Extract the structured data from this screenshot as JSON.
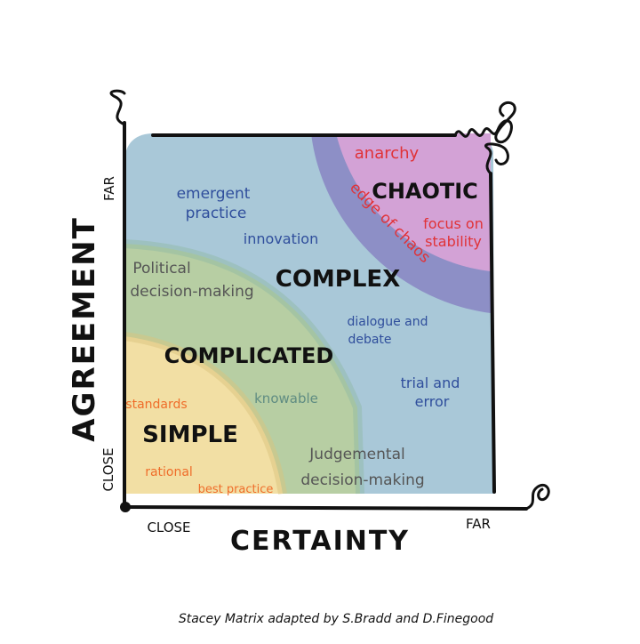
{
  "axes": {
    "y_title": "AGREEMENT",
    "y_far": "FAR",
    "y_close": "CLOSE",
    "x_title": "CERTAINTY",
    "x_close": "CLOSE",
    "x_far": "FAR"
  },
  "zones": {
    "chaotic": "CHAOTIC",
    "complex": "COMPLEX",
    "complicated": "COMPLICATED",
    "simple": "SIMPLE"
  },
  "notes": {
    "anarchy": "anarchy",
    "edge_of_chaos": "edge of chaos",
    "focus_line1": "focus on",
    "focus_line2": "stability",
    "emergent_line1": "emergent",
    "emergent_line2": "practice",
    "innovation": "innovation",
    "political_line1": "Political",
    "political_line2": "decision-making",
    "dialogue_line1": "dialogue and",
    "dialogue_line2": "debate",
    "trial_line1": "trial and",
    "trial_line2": "error",
    "knowable": "knowable",
    "standards": "standards",
    "rational": "rational",
    "best_practice": "best practice",
    "judgemental_line1": "Judgemental",
    "judgemental_line2": "decision-making"
  },
  "caption": "Stacey Matrix adapted by S.Bradd and D.Finegood",
  "colors": {
    "complex_fill": "#a9c8d8",
    "complicated_fill": "#b7cfa0",
    "simple_fill": "#f2dfa4",
    "chaotic_fill": "#d3a2d6",
    "chaos_edge": "#8d8fc6",
    "frame": "#111111",
    "blue_text": "#2f4e9c",
    "red_text": "#e03237",
    "orange_text": "#ef6d2a",
    "teal_text": "#5f8c82",
    "gray_text": "#555555"
  }
}
